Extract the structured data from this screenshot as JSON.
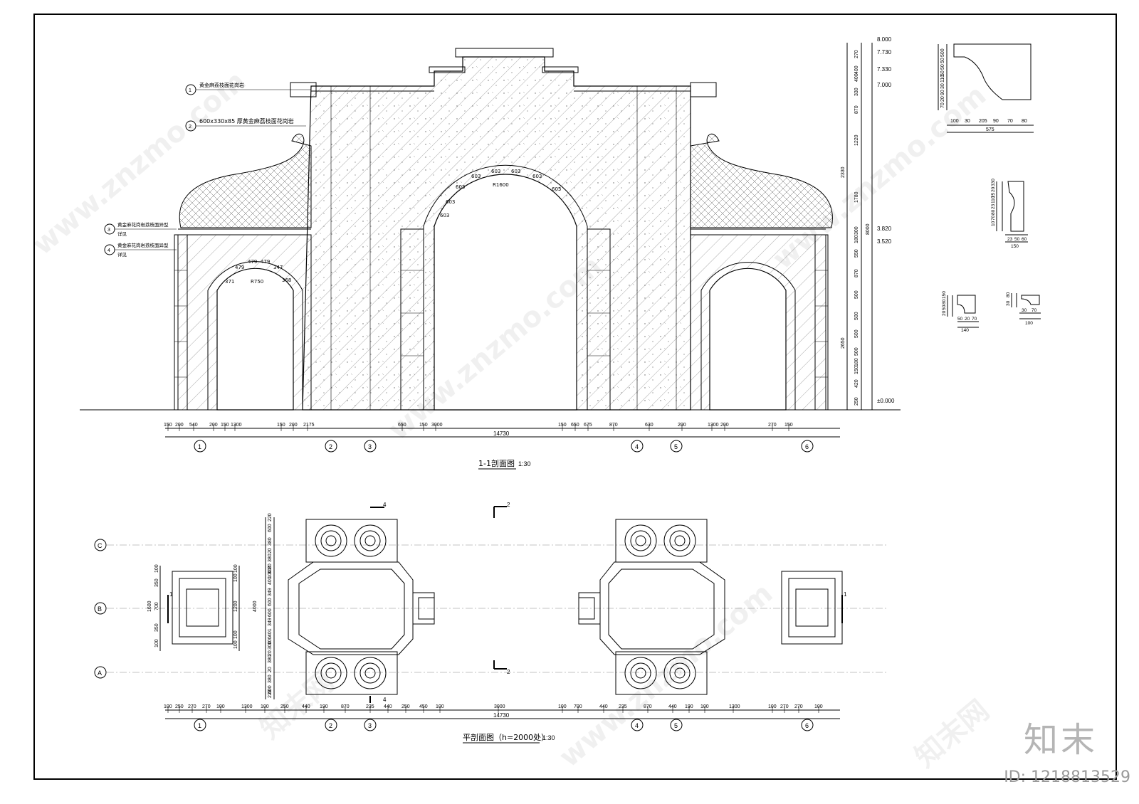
{
  "drawing": {
    "section_title": "1-1剖面图",
    "section_scale": "1:30",
    "plan_title": "平剖面图（h=2000处）",
    "plan_scale": "1:30",
    "notes": [
      {
        "no": "1",
        "text": "黄金麻荔枝面花岗岩"
      },
      {
        "no": "2",
        "text": "600x330x85 厚黄金麻荔枝面花岗岩"
      },
      {
        "no": "3",
        "text": "黄金麻花岗岩荔枝面异型",
        "text2": "详见"
      },
      {
        "no": "4",
        "text": "黄金麻花岗岩荔枝面异型",
        "text2": "详见"
      }
    ],
    "axes_letters": [
      "C",
      "B",
      "A"
    ],
    "axes_numbers": [
      "1",
      "2",
      "3",
      "4",
      "5",
      "6"
    ],
    "elevations": [
      "8.000",
      "7.730",
      "7.330",
      "7.000",
      "3.820",
      "3.520",
      "±0.000"
    ],
    "vert_dims": [
      "270",
      "400",
      "400",
      "330",
      "870",
      "1220",
      "1780",
      "300",
      "180",
      "550",
      "870",
      "500",
      "500",
      "500",
      "500",
      "180",
      "150",
      "420",
      "250"
    ],
    "vert_totals": [
      "2330",
      "8000",
      "2650"
    ],
    "section_dims": [
      "150",
      "200",
      "540",
      "200",
      "150",
      "1300",
      "150",
      "200",
      "2175",
      "650",
      "150",
      "3000",
      "150",
      "650",
      "675",
      "870",
      "630",
      "200",
      "1300",
      "200",
      "270",
      "150"
    ],
    "section_total": "14730",
    "arch_labels": [
      "603",
      "603",
      "603",
      "603",
      "603",
      "603",
      "603",
      "603",
      "R1600"
    ],
    "small_arch_labels": [
      "371",
      "479",
      "479",
      "479",
      "347",
      "368",
      "R750"
    ],
    "plan_dims": [
      "100",
      "250",
      "270",
      "270",
      "100",
      "1300",
      "100",
      "250",
      "440",
      "190",
      "870",
      "235",
      "440",
      "250",
      "450",
      "100",
      "3000",
      "100",
      "700",
      "440",
      "235",
      "870",
      "440",
      "190",
      "100",
      "1300",
      "100",
      "270",
      "270",
      "100"
    ],
    "plan_total": "14730",
    "plan_vert_dims": [
      "220",
      "600",
      "380",
      "20",
      "380",
      "20",
      "300",
      "100",
      "401",
      "349",
      "600",
      "600",
      "349",
      "401",
      "100",
      "300",
      "20",
      "380",
      "20",
      "380",
      "600",
      "220"
    ],
    "plan_vert_total": "4000",
    "small_plan_dims": [
      "100",
      "350",
      "700",
      "350",
      "100",
      "1600",
      "100",
      "100",
      "1200",
      "100",
      "100"
    ],
    "section_marks": [
      "1",
      "1",
      "4",
      "4",
      "2",
      "2"
    ],
    "profile1": {
      "v": [
        "500",
        "50",
        "50",
        "50",
        "110",
        "30",
        "90",
        "20",
        "70"
      ],
      "h": [
        "100",
        "30",
        "205",
        "90",
        "70",
        "80"
      ],
      "total": "575"
    },
    "profile2": {
      "v": [
        "330",
        "20",
        "25",
        "110",
        "23",
        "80",
        "70",
        "10"
      ],
      "h": [
        "23",
        "50",
        "60"
      ],
      "total": "150"
    },
    "profile3": {
      "v": [
        "150",
        "80",
        "50",
        "20"
      ],
      "h": [
        "50",
        "20",
        "70"
      ],
      "total": "140"
    },
    "profile4": {
      "v": [
        "80",
        "30"
      ],
      "h": [
        "30",
        "70"
      ],
      "total": "100"
    }
  },
  "watermark": {
    "brand": "知末",
    "id": "ID: 1218813529",
    "site": "www.znzmo.com",
    "site_cn": "知末网"
  }
}
